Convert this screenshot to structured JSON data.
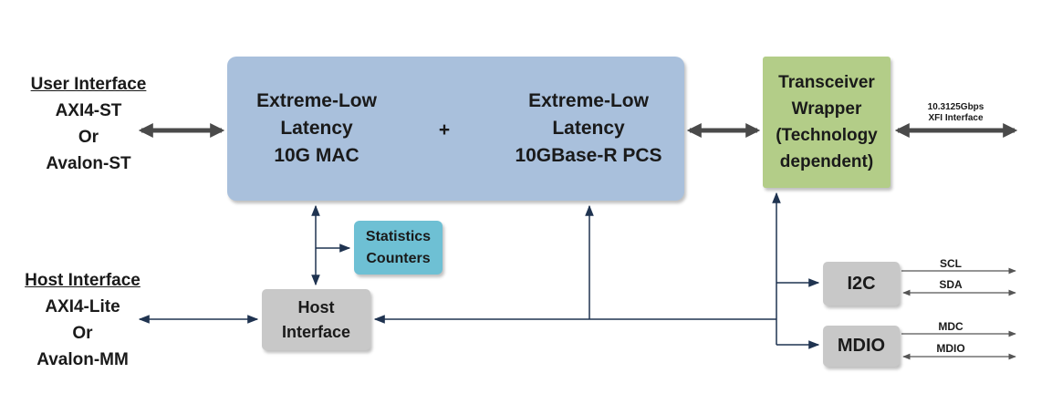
{
  "user_interface": {
    "heading": "User Interface",
    "line1": "AXI4-ST",
    "line2": "Or",
    "line3": "Avalon-ST"
  },
  "host_interface_label": {
    "heading": "Host Interface",
    "line1": "AXI4-Lite",
    "line2": "Or",
    "line3": "Avalon-MM"
  },
  "mac_block": {
    "mac_text": "Extreme-Low\nLatency\n10G MAC",
    "plus": "+",
    "pcs_text": "Extreme-Low\nLatency\n10GBase-R PCS",
    "color": "#a9c0dc"
  },
  "transceiver": {
    "text": "Transceiver\nWrapper\n(Technology\ndependent)",
    "color": "#b3cd88"
  },
  "xfi": {
    "rate": "10.3125Gbps",
    "label": "XFI Interface"
  },
  "statistics": {
    "text": "Statistics\nCounters",
    "color": "#6ec0d4"
  },
  "host_block": {
    "text": "Host\nInterface",
    "color": "#c8c8c8"
  },
  "i2c": {
    "label": "I2C",
    "signals": [
      "SCL",
      "SDA"
    ]
  },
  "mdio": {
    "label": "MDIO",
    "signals": [
      "MDC",
      "MDIO"
    ]
  },
  "colors": {
    "thick_arrow": "#4a4a4a",
    "thin_line": "#1f3350"
  }
}
